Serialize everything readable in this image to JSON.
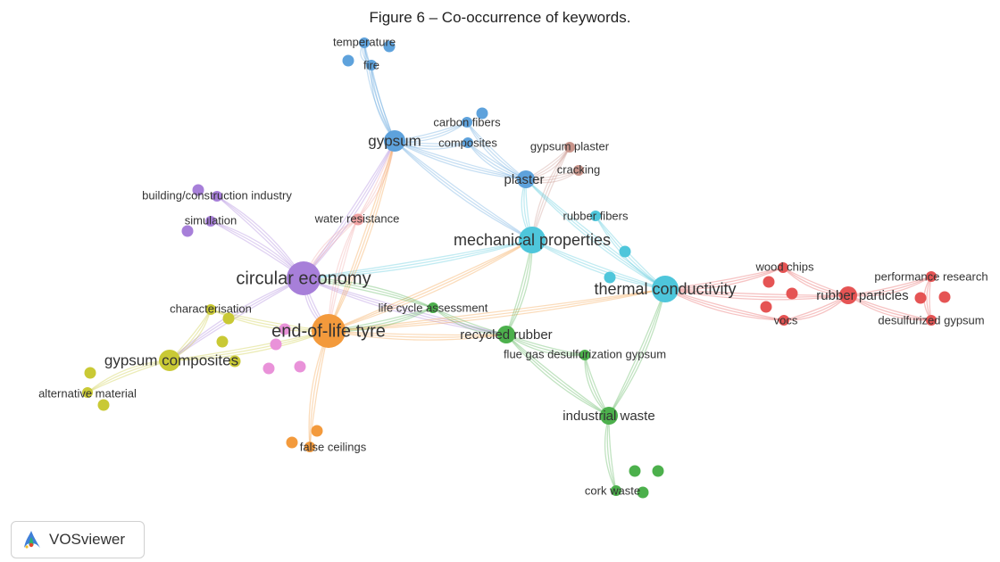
{
  "caption": "Figure 6 – Co-occurrence of keywords.",
  "logo_text": "VOSviewer",
  "colors": {
    "purple": "#a77fd9",
    "yellow": "#c9c935",
    "orange": "#f39a3c",
    "blue": "#5ea2dc",
    "brown": "#c9958b",
    "cyan": "#4ec6db",
    "green": "#4cb04c",
    "red": "#e55454",
    "pink": "#e992d9",
    "lightred": "#f1a3a3"
  },
  "nodes": [
    {
      "id": "temperature",
      "label": "temperature",
      "color": "blue",
      "size": 1
    },
    {
      "id": "fire",
      "label": "fire",
      "color": "blue",
      "size": 1
    },
    {
      "id": "gypsum",
      "label": "gypsum",
      "color": "blue",
      "size": 3
    },
    {
      "id": "carbon fibers",
      "label": "carbon fibers",
      "color": "blue",
      "size": 1
    },
    {
      "id": "composites",
      "label": "composites",
      "color": "blue",
      "size": 1
    },
    {
      "id": "plaster",
      "label": "plaster",
      "color": "blue",
      "size": 2
    },
    {
      "id": "gypsum plaster",
      "label": "gypsum plaster",
      "color": "brown",
      "size": 1
    },
    {
      "id": "cracking",
      "label": "cracking",
      "color": "brown",
      "size": 1
    },
    {
      "id": "building/construction industry",
      "label": "building/construction industry",
      "color": "purple",
      "size": 1
    },
    {
      "id": "simulation",
      "label": "simulation",
      "color": "purple",
      "size": 1
    },
    {
      "id": "water resistance",
      "label": "water resistance",
      "color": "lightred",
      "size": 1
    },
    {
      "id": "circular economy",
      "label": "circular economy",
      "color": "purple",
      "size": 5
    },
    {
      "id": "rubber fibers",
      "label": "rubber fibers",
      "color": "cyan",
      "size": 1
    },
    {
      "id": "mechanical properties",
      "label": "mechanical properties",
      "color": "cyan",
      "size": 4
    },
    {
      "id": "thermal conductivity",
      "label": "thermal conductivity",
      "color": "cyan",
      "size": 4
    },
    {
      "id": "wood chips",
      "label": "wood chips",
      "color": "red",
      "size": 1
    },
    {
      "id": "rubber particles",
      "label": "rubber particles",
      "color": "red",
      "size": 2
    },
    {
      "id": "vocs",
      "label": "vocs",
      "color": "red",
      "size": 1
    },
    {
      "id": "performance research",
      "label": "performance research",
      "color": "red",
      "size": 1
    },
    {
      "id": "desulfurized gypsum",
      "label": "desulfurized gypsum",
      "color": "red",
      "size": 1
    },
    {
      "id": "characterisation",
      "label": "characterisation",
      "color": "yellow",
      "size": 1
    },
    {
      "id": "gypsum composites",
      "label": "gypsum composites",
      "color": "yellow",
      "size": 3
    },
    {
      "id": "alternative material",
      "label": "alternative material",
      "color": "yellow",
      "size": 1
    },
    {
      "id": "life cycle assessment",
      "label": "life cycle assessment",
      "color": "green",
      "size": 1
    },
    {
      "id": "end-of-life tyre",
      "label": "end-of-life tyre",
      "color": "orange",
      "size": 5
    },
    {
      "id": "recycled rubber",
      "label": "recycled rubber",
      "color": "green",
      "size": 2
    },
    {
      "id": "flue gas desulfurization gypsum",
      "label": "flue gas desulfurization gypsum",
      "color": "green",
      "size": 1
    },
    {
      "id": "industrial waste",
      "label": "industrial waste",
      "color": "green",
      "size": 2
    },
    {
      "id": "false ceilings",
      "label": "false ceilings",
      "color": "orange",
      "size": 1
    },
    {
      "id": "cork waste",
      "label": "cork waste",
      "color": "green",
      "size": 1
    }
  ]
}
